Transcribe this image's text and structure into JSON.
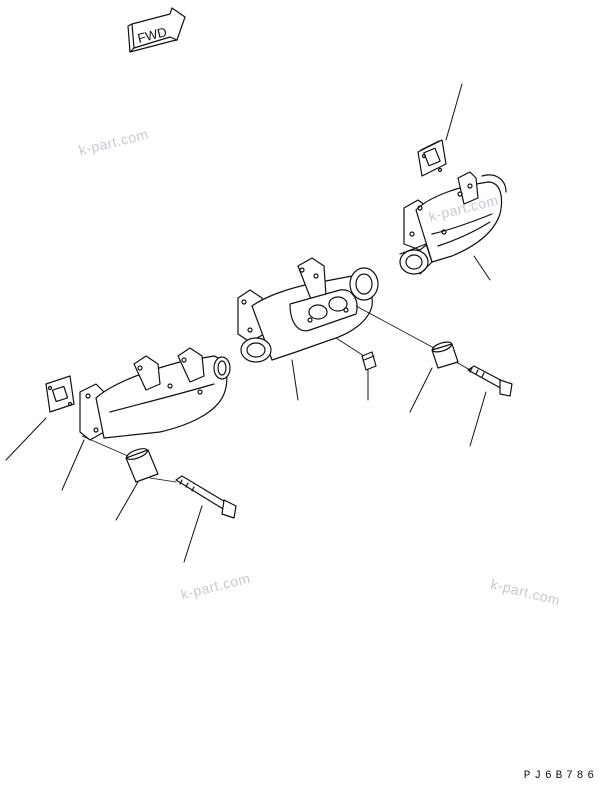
{
  "direction_arrow": {
    "label": "FWD"
  },
  "watermarks": [
    "k-part.com",
    "k-part.com",
    "k-part.com",
    "k-part.com"
  ],
  "drawing_code": "PJ6B786"
}
